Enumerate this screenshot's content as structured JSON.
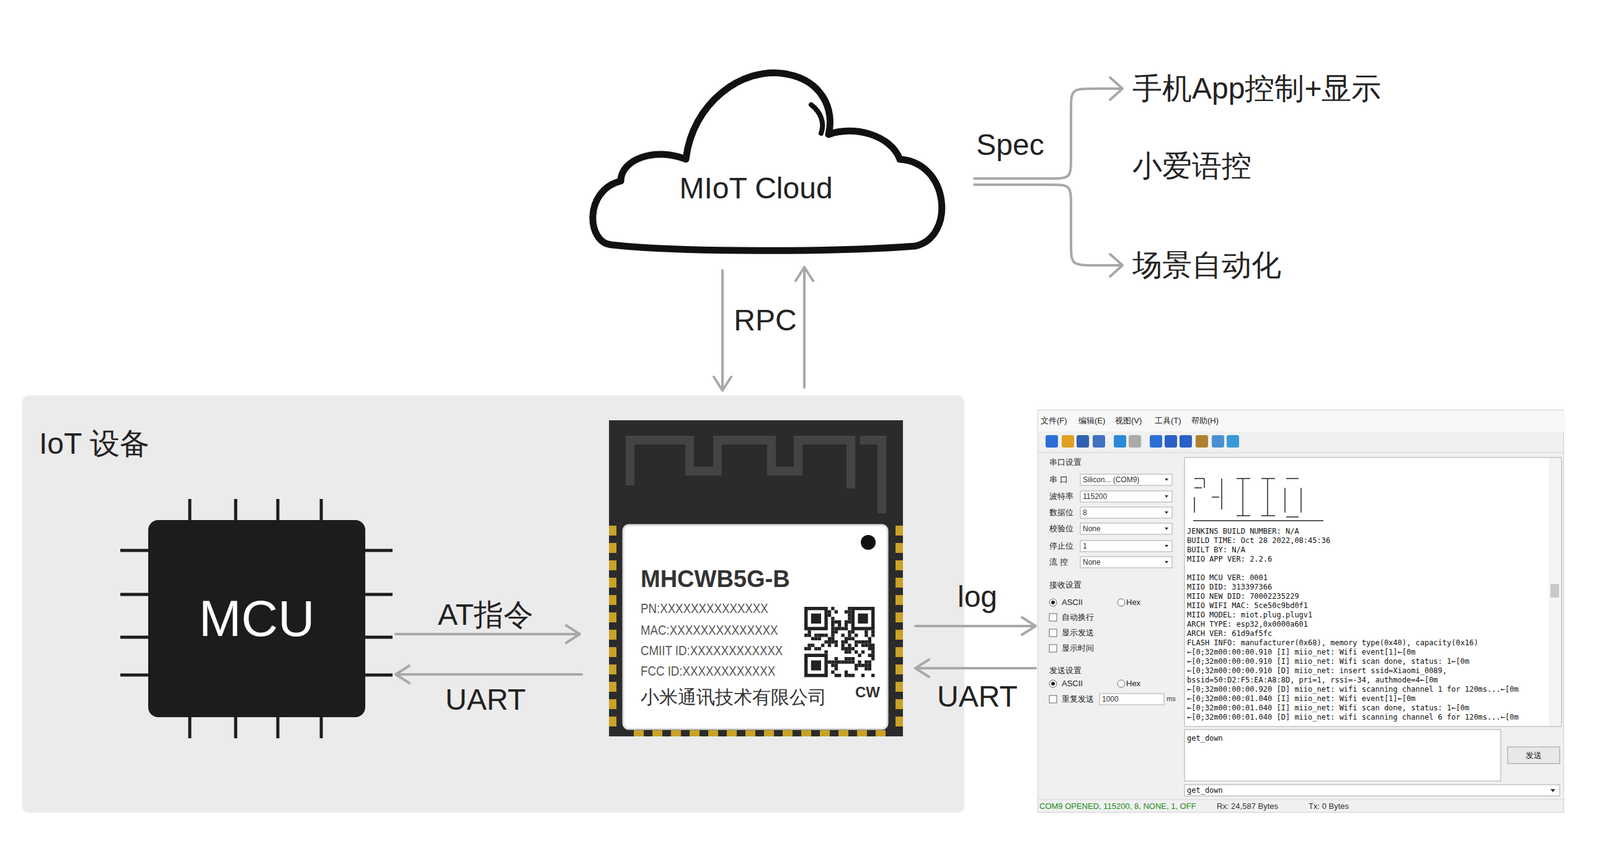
{
  "diagram": {
    "nodes": [
      {
        "text": [
          "MIoT Cloud"
        ]
      },
      {
        "text": [
          "IoT 设备"
        ]
      },
      {
        "text": [
          "MCU"
        ],
        "in": 1
      },
      {
        "text": [
          "MHCWB5G-B",
          "PN:XXXXXXXXXXXXXX",
          "MAC:XXXXXXXXXXXXXX",
          "CMIIT ID:XXXXXXXXXXXX",
          "FCC ID:XXXXXXXXXXXX",
          "小米通讯技术有限公司",
          "CW"
        ],
        "in": 1
      },
      {
        "text": [
          "文件(F)",
          "编辑(E)",
          "视图(V)",
          "工具(T)",
          "帮助(H)",
          "串口设置",
          "串 口",
          "Silicon... (COM9)",
          "波特率",
          "115200",
          "数据位",
          "8",
          "校验位",
          "None",
          "停止位",
          "1",
          "流 控",
          "None",
          "接收设置",
          "ASCII",
          "Hex",
          "自动换行",
          "显示发送",
          "显示时间",
          "发送设置",
          "ASCII",
          "Hex",
          "重复发送",
          "1000",
          "ms",
          "JENKINS BUILD NUMBER: N/A",
          "BUILD TIME: Oct 28 2022,08:45:36",
          "BUILT BY: N/A",
          "MIIO APP VER: 2.2.6",
          "MIIO MCU VER: 0001",
          "MIIO DID: 313397366",
          "MIIO NEW DID: 70002235229",
          "MIIO WIFI MAC: 5ce50c9bd0f1",
          "MIIO MODEL: miot.plug.plugv1",
          "ARCH TYPE: esp32,0x0000a601",
          "ARCH VER: 61d9af5fc",
          "FLASH INFO: manufacturer(0x68), memory type(0x40), capacity(0x16)",
          "←[0;32m00:00:00.910 [I] miio_net: Wifi event[1]←[0m",
          "←[0;32m00:00:00.910 [I] miio_net: Wifi scan done, status: 1←[0m",
          "←[0;32m00:00:00.910 [D] miio_net: insert ssid=Xiaomi_0089,",
          "bssid=50:D2:F5:EA:A8:8D, pri=1, rssi=-34, authmode=4←[0m",
          "←[0;32m00:00:00.920 [D] miio_net: wifi scanning channel 1 for 120ms...←[0m",
          "←[0;32m00:00:01.040 [I] miio_net: Wifi event[1]←[0m",
          "←[0;32m00:00:01.040 [I] miio_net: Wifi scan done, status: 1←[0m",
          "←[0;32m00:00:01.040 [D] miio_net: wifi scanning channel 6 for 120ms...←[0m",
          "get_down",
          "发送",
          "get_down",
          "COM9 OPENED, 115200, 8, NONE, 1, OFF",
          "Rx: 24,587 Bytes",
          "Tx: 0 Bytes"
        ]
      }
    ],
    "edges": [
      {
        "from": 0,
        "to": 3,
        "arrow": "to"
      },
      {
        "from": 3,
        "to": 0,
        "label": "RPC",
        "arrow": "to"
      },
      {
        "from": 2,
        "to": 3,
        "label": "AT指令",
        "arrow": "to"
      },
      {
        "from": 3,
        "to": 2,
        "label": "UART",
        "arrow": "to"
      },
      {
        "from": 3,
        "to": 4,
        "label": "log",
        "arrow": "to"
      },
      {
        "from": 4,
        "to": 3,
        "label": "UART",
        "arrow": "to"
      }
    ],
    "labels": [
      "Spec",
      "手机App控制+显示",
      "小爱语控",
      "场景自动化"
    ]
  }
}
